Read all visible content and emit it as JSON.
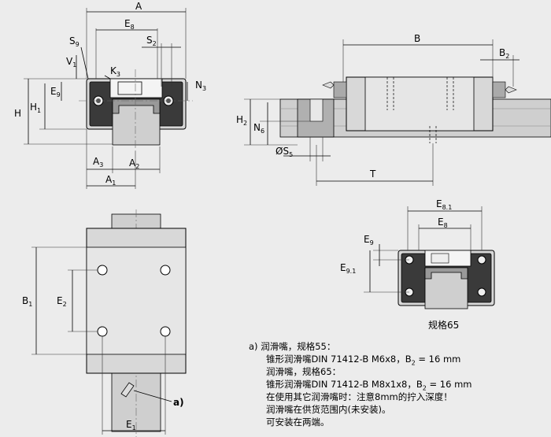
{
  "labels": {
    "A": "A",
    "E8": "E",
    "E8_sub": "8",
    "S9": "S",
    "S9_sub": "9",
    "S2": "S",
    "S2_sub": "2",
    "V1": "V",
    "V1_sub": "1",
    "K3": "K",
    "K3_sub": "3",
    "E9": "E",
    "E9_sub": "9",
    "N3": "N",
    "N3_sub": "3",
    "H": "H",
    "H1": "H",
    "H1_sub": "1",
    "A3": "A",
    "A3_sub": "3",
    "A2": "A",
    "A2_sub": "2",
    "A1": "A",
    "A1_sub": "1",
    "B": "B",
    "B2": "B",
    "B2_sub": "2",
    "H2": "H",
    "H2_sub": "2",
    "N6": "N",
    "N6_sub": "6",
    "S5": "ØS",
    "S5_sub": "5",
    "T": "T",
    "E81": "E",
    "E81_sub": "8.1",
    "E8b": "E",
    "E8b_sub": "8",
    "E9b": "E",
    "E9b_sub": "9",
    "E91": "E",
    "E91_sub": "9.1",
    "size65": "规格65",
    "B1": "B",
    "B1_sub": "1",
    "E2": "E",
    "E2_sub": "2",
    "E1": "E",
    "E1_sub": "1",
    "a": "a)"
  },
  "notes": [
    "a)  润滑嘴，规格55：",
    "锥形润滑嘴DIN 71412-B M6x8，B",
    "润滑嘴，规格65：",
    "锥形润滑嘴DIN 71412-B M8x1x8，B",
    "在使用其它润滑嘴时：注意8mm的拧入深度！",
    "润滑嘴在供货范围内(未安装)。",
    "可安装在两端。"
  ],
  "note_b2_sub": "2",
  "note_b2_value": " = 16 mm"
}
